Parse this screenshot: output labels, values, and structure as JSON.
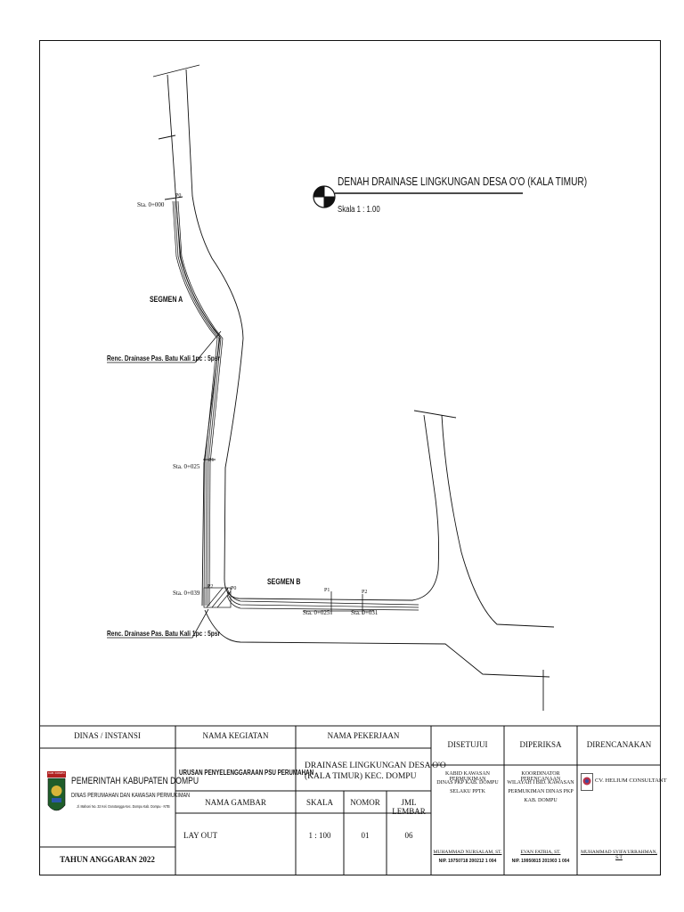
{
  "drawing": {
    "title": "DENAH DRAINASE LINGKUNGAN DESA O'O (KALA TIMUR)",
    "scale": "Skala 1 : 1.00",
    "segment_a": "SEGMEN A",
    "segment_b": "SEGMEN B",
    "callout_1": "Renc. Drainase Pas. Batu Kali 1pc : 5psr",
    "callout_2": "Renc. Drainase Pas. Batu Kali 1pc : 5psr",
    "stations": {
      "a0": "Sta. 0+000",
      "a1": "Sta. 0+025",
      "a2": "Sta. 0+039",
      "b1": "Sta. 0+025",
      "b2": "Sta. 0+031"
    },
    "points": {
      "p0_top": "P0",
      "p1_left": "P1",
      "p2_left": "P2",
      "p0_b": "P0",
      "p1_b": "P1",
      "p2_b": "P2"
    }
  },
  "title_block": {
    "dinas_header": "DINAS / INSTANSI",
    "kegiatan_header": "NAMA KEGIATAN",
    "pekerjaan_header": "NAMA PEKERJAAN",
    "disetujui_header": "DISETUJUI",
    "diperiksa_header": "DIPERIKSA",
    "direncanakan_header": "DIRENCANAKAN",
    "agency_name": "PEMERINTAH KABUPATEN DOMPU",
    "agency_dept": "DINAS PERUMAHAN DAN KAWASAN PERMUKIMAN",
    "agency_address": "Jl. Mahoni No. 32 Kel. Dorotangga Kec. Dompu Kab. Dompu - NTB",
    "logo_text": "KAB. DOMPU",
    "kegiatan": "URUSAN PENYELENGGARAAN PSU PERUMAHAN",
    "pekerjaan_line1": "DRAINASE LINGKUNGAN DESA O'O",
    "pekerjaan_line2": "(KALA TIMUR) KEC. DOMPU",
    "nama_gambar_header": "NAMA GAMBAR",
    "skala_header": "SKALA",
    "nomor_header": "NOMOR",
    "lembar_header": "JML LEMBAR",
    "nama_gambar": "LAY OUT",
    "skala": "1 : 100",
    "nomor": "01",
    "lembar": "06",
    "tahun": "TAHUN ANGGARAN 2022",
    "disetujui_role_1": "KABID KAWASAN PERMUKIMAN",
    "disetujui_role_2": "DINAS PKP KAB. DOMPU",
    "disetujui_role_3": "SELAKU PPTK",
    "disetujui_name": "MUHAMMAD NURSALAM, ST.",
    "disetujui_nip": "NIP. 19750718 200212 1 004",
    "diperiksa_role_1": "KOORDINATOR PERENCANAAN",
    "diperiksa_role_2": "WILAYAH I BID. KAWASAN",
    "diperiksa_role_3": "PERMUKIMAN DINAS PKP",
    "diperiksa_role_4": "KAB. DOMPU",
    "diperiksa_name": "EVAN FATRIA, ST.",
    "diperiksa_nip": "NIP. 19950815 201903 1 004",
    "consultant": "CV. HELIUM CONSULTANT",
    "direncanakan_name": "MUHAMMAD SYIFA'URRAHMAN, S.T"
  }
}
